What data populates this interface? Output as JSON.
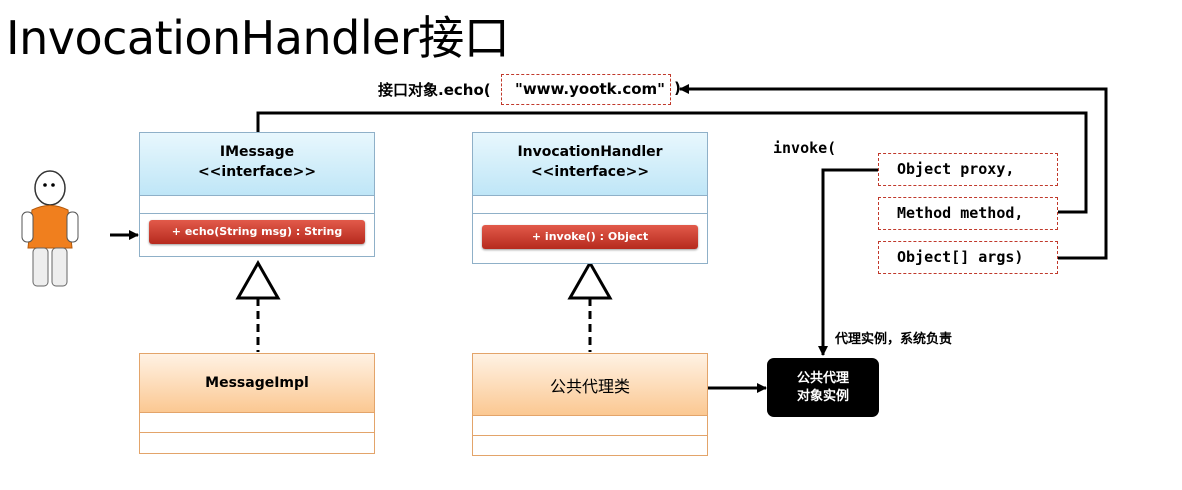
{
  "title": "InvocationHandler接口",
  "call": {
    "prefix": "接口对象.echo(",
    "arg": "\"www.yootk.com\"",
    "suffix": ")"
  },
  "invoke": {
    "label": "invoke(",
    "params": [
      "Object proxy,",
      "Method method,",
      "Object[] args)"
    ]
  },
  "imessage": {
    "name": "IMessage",
    "stereotype": "<<interface>>",
    "operation": "+ echo(String msg) : String"
  },
  "handler": {
    "name": "InvocationHandler",
    "stereotype": "<<interface>>",
    "operation": "+ invoke() : Object"
  },
  "message_impl": {
    "name": "MessageImpl"
  },
  "proxy_class": {
    "name": "公共代理类"
  },
  "proxy_instance": {
    "line1": "公共代理",
    "line2": "对象实例"
  },
  "proxy_note": "代理实例，系统负责",
  "colors": {
    "interface_fill": "#bfe6f7",
    "impl_fill": "#fbc892",
    "operation": "#c0392b",
    "param_border": "#c0392b"
  }
}
